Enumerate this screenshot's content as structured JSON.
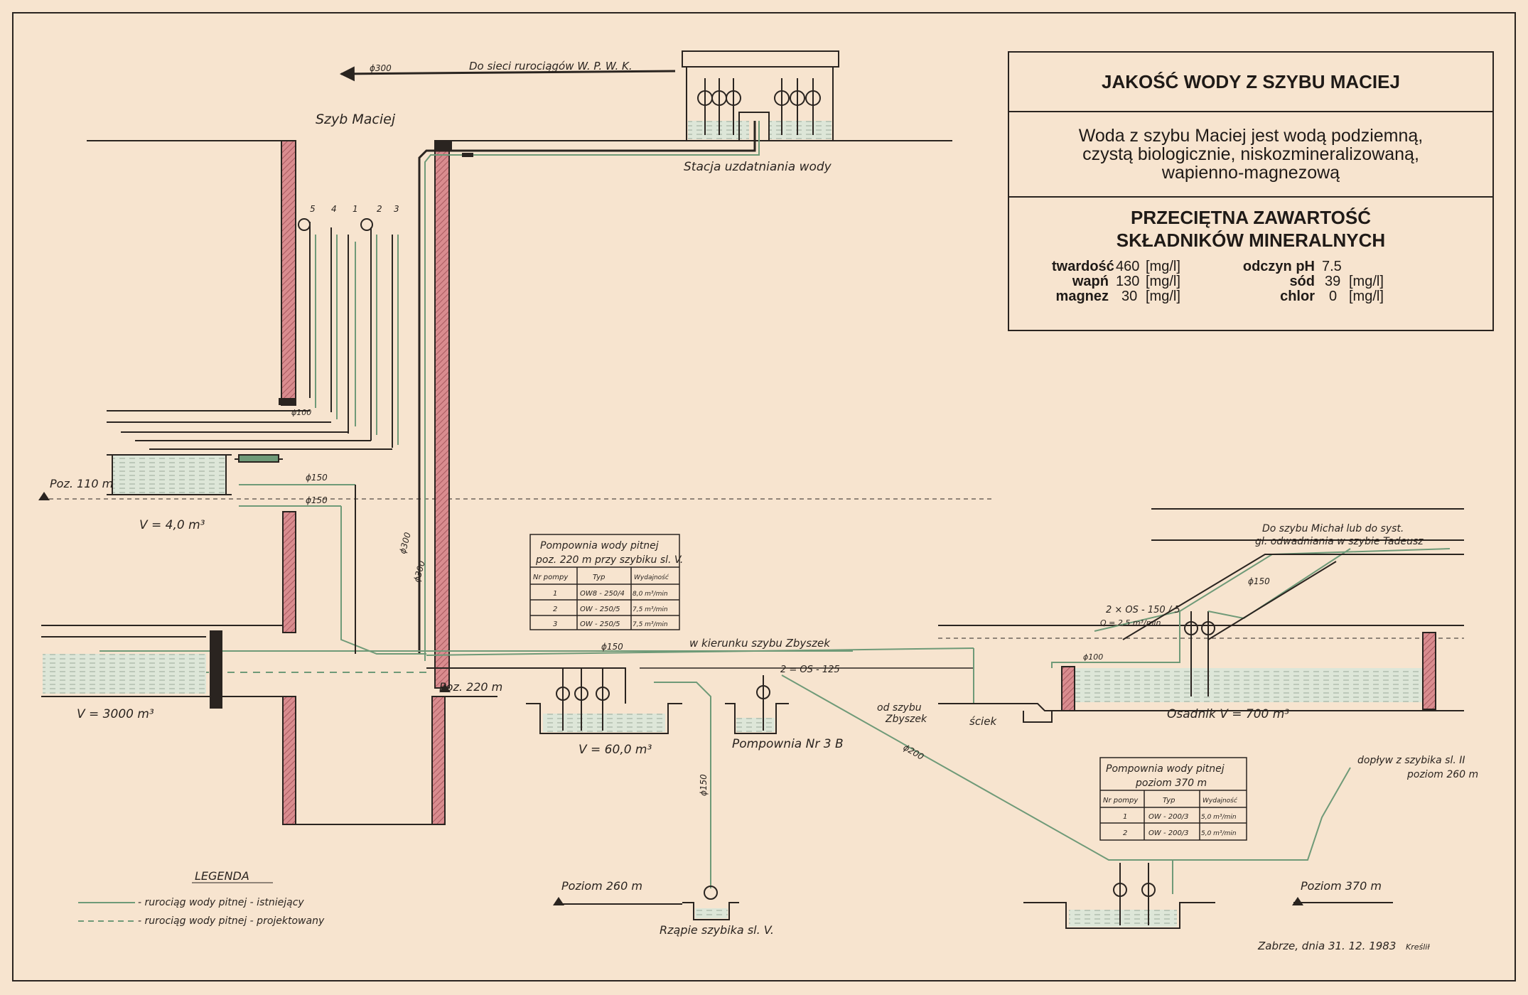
{
  "info": {
    "title": "JAKOŚĆ WODY Z SZYBU MACIEJ",
    "description": "Woda z szybu Maciej jest wodą podziemną, czystą biologicznie, niskozmineralizowaną, wapienno-magnezową",
    "subtitle_line1": "PRZECIĘTNA ZAWARTOŚĆ",
    "subtitle_line2": "SKŁADNIKÓW MINERALNYCH",
    "minerals": [
      {
        "name": "twardość",
        "value": "460",
        "unit": "[mg/l]"
      },
      {
        "name": "wapń",
        "value": "130",
        "unit": "[mg/l]"
      },
      {
        "name": "magnez",
        "value": "30",
        "unit": "[mg/l]"
      },
      {
        "name": "odczyn pH",
        "value": "7.5",
        "unit": ""
      },
      {
        "name": "sód",
        "value": "39",
        "unit": "[mg/l]"
      },
      {
        "name": "chlor",
        "value": "0",
        "unit": "[mg/l]"
      }
    ]
  },
  "labels": {
    "szyb": "Szyb Maciej",
    "wpwk": "Do sieci rurociągów W. P. W. K.",
    "phi300_top": "ϕ300",
    "station": "Stacja uzdatniania wody",
    "numbers": [
      "5",
      "4",
      "1",
      "2",
      "3"
    ],
    "poz110": "Poz. 110 m",
    "v4": "V = 4,0 m³",
    "phi100": "ϕ100",
    "phi150": "ϕ150",
    "phi300": "ϕ300",
    "v3000": "V = 3000 m³",
    "poz220": "Poz. 220 m",
    "v60": "V = 60,0 m³",
    "pompownia3b": "Pompownia Nr 3 B",
    "zbyszek": "w kierunku szybu Zbyszek",
    "od_szybu": "od szybu",
    "od_szybu2": "Zbyszek",
    "z03": "2 = OS - 125",
    "phi200": "ϕ200",
    "scick": "ściek",
    "osadnik": "Osadnik  V = 700 m³",
    "michal1": "Do szybu Michał lub do syst.",
    "michal2": "gł. odwadniania w szybie Tadeusz",
    "os150_1": "2 × OS - 150 / 5",
    "os150_2": "Q = 2,5 m³/min",
    "doplyw1": "dopływ z szybika sl. II",
    "doplyw2": "poziom 260 m",
    "poziom260": "Poziom 260 m",
    "rzapie": "Rząpie szybika sl. V.",
    "poziom370": "Poziom 370 m",
    "legenda": "LEGENDA",
    "leg1": "- rurociąg wody pitnej - istniejący",
    "leg2": "- rurociąg wody pitnej - projektowany",
    "date": "Zabrze, dnia 31. 12. 1983",
    "kreslil": "Kreślił"
  },
  "table220": {
    "title1": "Pompownia wody pitnej",
    "title2": "poz. 220 m  przy szybiku sl. V.",
    "headers": [
      "Nr pompy",
      "Typ",
      "Wydajność"
    ],
    "rows": [
      [
        "1",
        "OW8 - 250/4",
        "8,0 m³/min"
      ],
      [
        "2",
        "OW - 250/5",
        "7,5 m³/min"
      ],
      [
        "3",
        "OW - 250/5",
        "7,5 m³/min"
      ]
    ]
  },
  "table370": {
    "title1": "Pompownia wody pitnej",
    "title2": "poziom  370 m",
    "headers": [
      "Nr pompy",
      "Typ",
      "Wydajność"
    ],
    "rows": [
      [
        "1",
        "OW - 200/3",
        "5,0 m³/min"
      ],
      [
        "2",
        "OW - 200/3",
        "5,0 m³/min"
      ]
    ]
  },
  "colors": {
    "background": "#f7e4cf",
    "ink": "#2a2420",
    "pipe_green": "#6f9a78",
    "wall_red": "#c8767b",
    "water": "#d9e6dc"
  }
}
